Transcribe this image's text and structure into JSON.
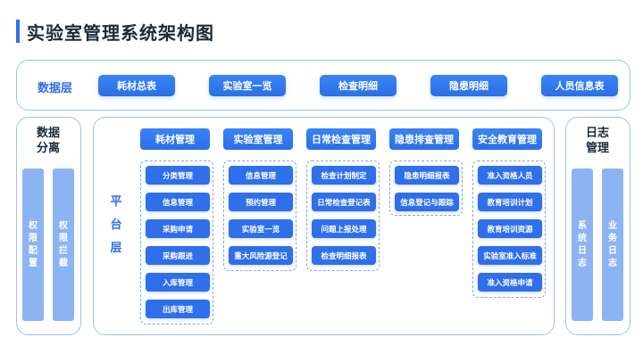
{
  "title": "实验室管理系统架构图",
  "data_layer": {
    "label": "数据层",
    "items": [
      "耗材总表",
      "实验室一览",
      "检查明细",
      "隐患明细",
      "人员信息表"
    ]
  },
  "left_panel": {
    "title": "数据分离",
    "pillars": [
      "权限配置",
      "权限拦截"
    ]
  },
  "platform": {
    "label": "平台层",
    "modules": [
      {
        "title": "耗材管理",
        "items": [
          "分类管理",
          "信息管理",
          "采购申请",
          "采购跟进",
          "入库管理",
          "出库管理"
        ]
      },
      {
        "title": "实验室管理",
        "items": [
          "信息管理",
          "预约管理",
          "实验室一览",
          "重大风险源登记"
        ]
      },
      {
        "title": "日常检查管理",
        "items": [
          "检查计划制定",
          "日常检查登记表",
          "问题上报处理",
          "检查明细报表"
        ]
      },
      {
        "title": "隐患排查管理",
        "items": [
          "隐患明细报表",
          "信息登记与跟踪"
        ]
      },
      {
        "title": "安全教育管理",
        "items": [
          "准入资格人员",
          "教育培训计划",
          "教育培训资源",
          "实验室准入标准",
          "准入资格申请"
        ]
      }
    ]
  },
  "right_panel": {
    "title": "日志管理",
    "pillars": [
      "系统日志",
      "业务日志"
    ]
  }
}
